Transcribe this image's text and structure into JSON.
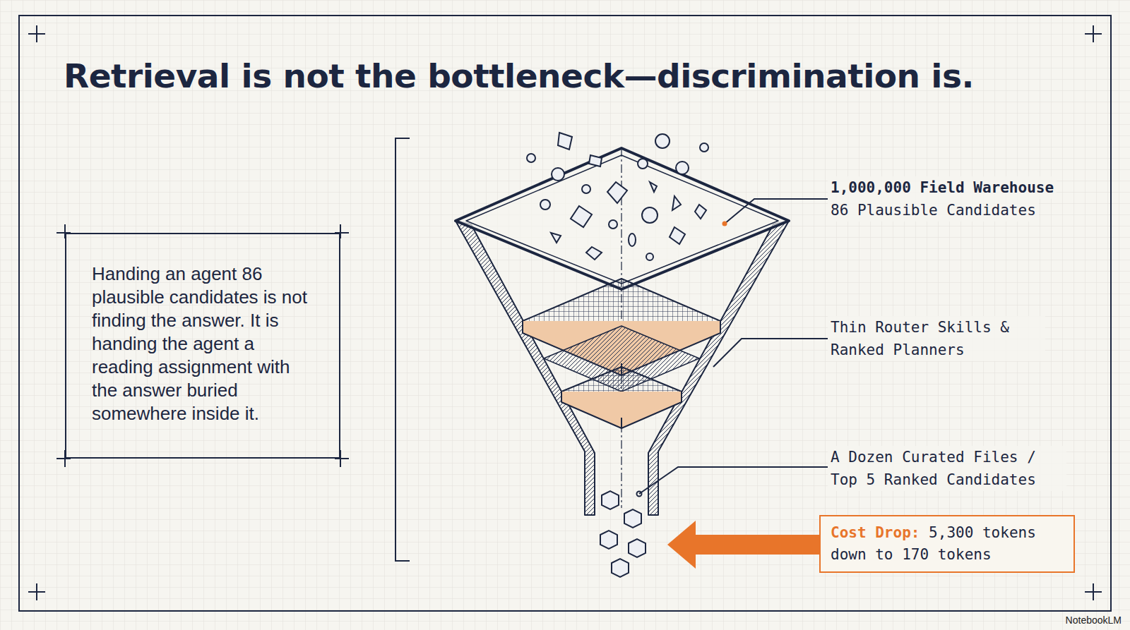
{
  "diagram": {
    "title": "Retrieval is not the bottleneck—discrimination is.",
    "nodes": [
      {
        "text": [
          "Handing an agent 86 plausible candidates is not finding the answer. It is handing the agent a reading assignment with the answer buried somewhere inside it."
        ]
      },
      {
        "text": [
          "Cost Drop:",
          "5,300 tokens down to 170 tokens"
        ]
      }
    ],
    "labels": [
      "1,000,000 Field Warehouse",
      "86 Plausible Candidates",
      "Thin Router Skills & Ranked Planners",
      "A Dozen Curated Files / Top 5 Ranked Candidates",
      "NotebookLM"
    ]
  }
}
